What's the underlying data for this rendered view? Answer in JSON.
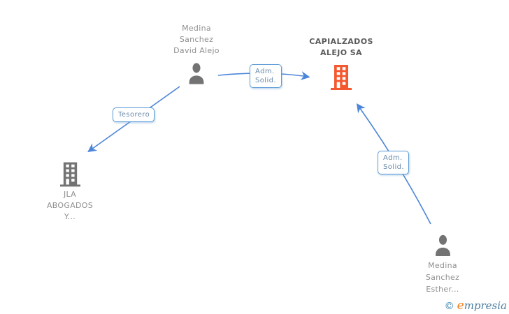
{
  "nodes": {
    "person_david": {
      "type": "person",
      "lines": [
        "Medina",
        "Sanchez",
        "David Alejo"
      ]
    },
    "company_capialzados": {
      "type": "company",
      "highlighted": true,
      "lines": [
        "CAPIALZADOS",
        "ALEJO SA"
      ]
    },
    "company_jla": {
      "type": "company",
      "lines": [
        "JLA",
        "ABOGADOS",
        "Y..."
      ]
    },
    "person_esther": {
      "type": "person",
      "lines": [
        "Medina",
        "Sanchez",
        "Esther..."
      ]
    }
  },
  "edges": [
    {
      "from": "person_david",
      "to": "company_capialzados",
      "label_lines": [
        "Adm.",
        "Solid."
      ]
    },
    {
      "from": "person_david",
      "to": "company_jla",
      "label_lines": [
        "Tesorero"
      ]
    },
    {
      "from": "person_esther",
      "to": "company_capialzados",
      "label_lines": [
        "Adm.",
        "Solid."
      ]
    }
  ],
  "watermark": {
    "copyright": "©",
    "brand_initial": "e",
    "brand_rest": "mpresia"
  },
  "colors": {
    "edge_blue": "#4d86d8",
    "edge_label_border": "#5b9bd5",
    "edge_label_text": "#6d8cab",
    "node_label_gray": "#8f8f8f",
    "highlight_label_gray": "#5a5a5a",
    "icon_gray": "#737373",
    "icon_orange": "#f4582f",
    "watermark_blue": "#4b7da0",
    "watermark_teal": "#2e7ca6",
    "watermark_orange": "#ef7f1a"
  }
}
